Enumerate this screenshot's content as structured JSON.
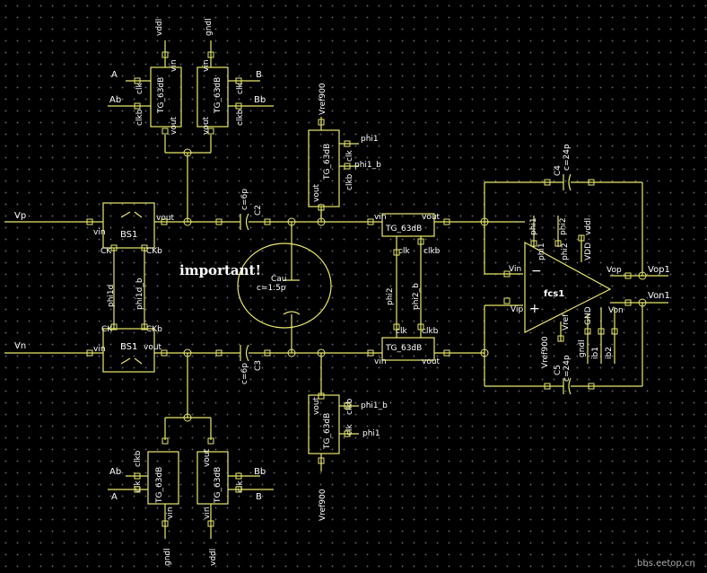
{
  "nets": {
    "vp": "Vp",
    "vn": "Vn",
    "vop1": "Vop1",
    "von1": "Von1",
    "phi1": "phi1",
    "phi1_b": "phi1_b",
    "phi2": "phi2",
    "phi2_b": "phi2_b",
    "phi1d": "phi1d",
    "phi1d_b": "phi1d_b",
    "A": "A",
    "Ab": "Ab",
    "B": "B",
    "Bb": "Bb",
    "vdd": "vddl",
    "gnd": "gndl",
    "vref900": "Vref900"
  },
  "pins": {
    "vin": "vin",
    "vout": "vout",
    "clk": "clk",
    "clkb": "clkb",
    "ck": "CK",
    "ckb": "CKb",
    "vip": "Vip",
    "vin_op": "Vin",
    "vop": "Vop",
    "von": "Von",
    "vref": "Vref",
    "vdd": "VDD",
    "gnd": "GND",
    "ib1": "ib1",
    "ib2": "ib2"
  },
  "cells": {
    "tg": "TG_63dB",
    "bs": "BS1",
    "op": "fcs1"
  },
  "caps": {
    "c2": "C2",
    "c2val": "c=6p",
    "c3": "C3",
    "c3val": "c=6p",
    "c4": "C4",
    "c4val": "c=24p",
    "c5": "C5",
    "c5val": "c=24p",
    "cau": "Cau",
    "cauval": "c=1.5p"
  },
  "annotation": "important!",
  "watermark": "bbs.eetop.cn"
}
